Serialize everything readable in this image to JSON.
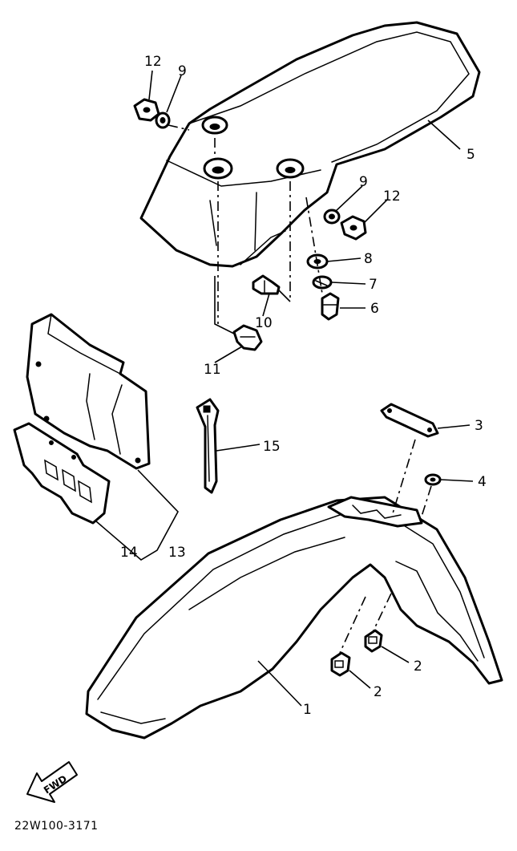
{
  "diagram": {
    "drawing_code": "22W100-3171",
    "direction_arrow": "FWD",
    "parts": [
      {
        "ref": "1",
        "name": "front-fender"
      },
      {
        "ref": "2",
        "name": "fender-nut"
      },
      {
        "ref": "2",
        "name": "fender-nut"
      },
      {
        "ref": "3",
        "name": "fender-plate"
      },
      {
        "ref": "4",
        "name": "grommet"
      },
      {
        "ref": "5",
        "name": "rear-fender"
      },
      {
        "ref": "6",
        "name": "bolt"
      },
      {
        "ref": "7",
        "name": "spring-washer"
      },
      {
        "ref": "8",
        "name": "plain-washer"
      },
      {
        "ref": "9",
        "name": "washer"
      },
      {
        "ref": "9",
        "name": "washer"
      },
      {
        "ref": "10",
        "name": "bolt"
      },
      {
        "ref": "11",
        "name": "bolt"
      },
      {
        "ref": "12",
        "name": "nut"
      },
      {
        "ref": "12",
        "name": "nut"
      },
      {
        "ref": "13",
        "name": "side-cover"
      },
      {
        "ref": "14",
        "name": "cover-bracket"
      },
      {
        "ref": "15",
        "name": "cable-tie"
      }
    ]
  }
}
